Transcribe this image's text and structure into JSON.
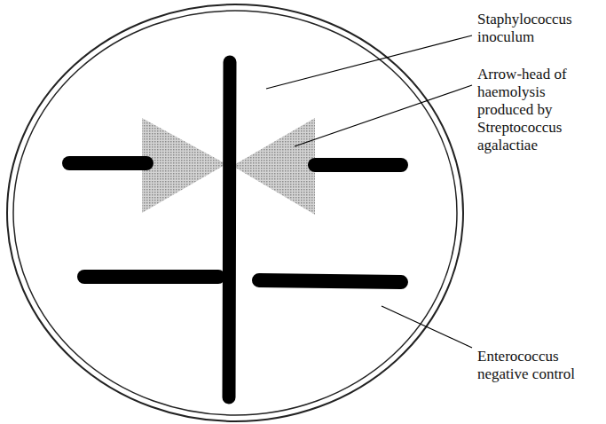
{
  "diagram": {
    "labels": [
      "Staphylococcus inoculum",
      "Arrow-head of haemolysis produced by Streptococcus agalactiae",
      "Enterococcus negative control"
    ]
  }
}
